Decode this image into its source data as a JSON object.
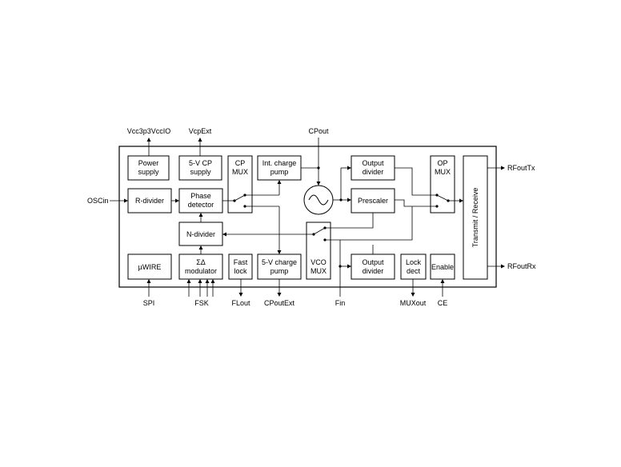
{
  "blocks": {
    "power_supply": [
      "Power",
      "supply"
    ],
    "cp5v_supply": [
      "5-V CP",
      "supply"
    ],
    "cp_mux": [
      "CP",
      "MUX"
    ],
    "int_charge_pump": [
      "Int. charge",
      "pump"
    ],
    "output_divider_top": [
      "Output",
      "divider"
    ],
    "op_mux": [
      "OP",
      "MUX"
    ],
    "r_divider": "R-divider",
    "phase_detector": [
      "Phase",
      "detector"
    ],
    "prescaler": "Prescaler",
    "n_divider": "N-divider",
    "uwire": "µWIRE",
    "sd_modulator": [
      "ΣΔ",
      "modulator"
    ],
    "fast_lock": [
      "Fast",
      "lock"
    ],
    "charge_pump_5v": [
      "5-V charge",
      "pump"
    ],
    "vco_mux": [
      "VCO",
      "MUX"
    ],
    "output_divider_bottom": [
      "Output",
      "divider"
    ],
    "lock_dect": [
      "Lock",
      "dect"
    ],
    "enable": "Enable",
    "transmit_receive": "Transmit / Receive"
  },
  "pins": {
    "vcc": "Vcc3p3VccIO",
    "vcpext": "VcpExt",
    "cpout": "CPout",
    "oscin": "OSCin",
    "rfouttx": "RFoutTx",
    "rfoutrx": "RFoutRx",
    "spi": "SPI",
    "fsk": "FSK",
    "flout": "FLout",
    "cpoutext": "CPoutExt",
    "fin": "Fin",
    "muxout": "MUXout",
    "ce": "CE"
  }
}
